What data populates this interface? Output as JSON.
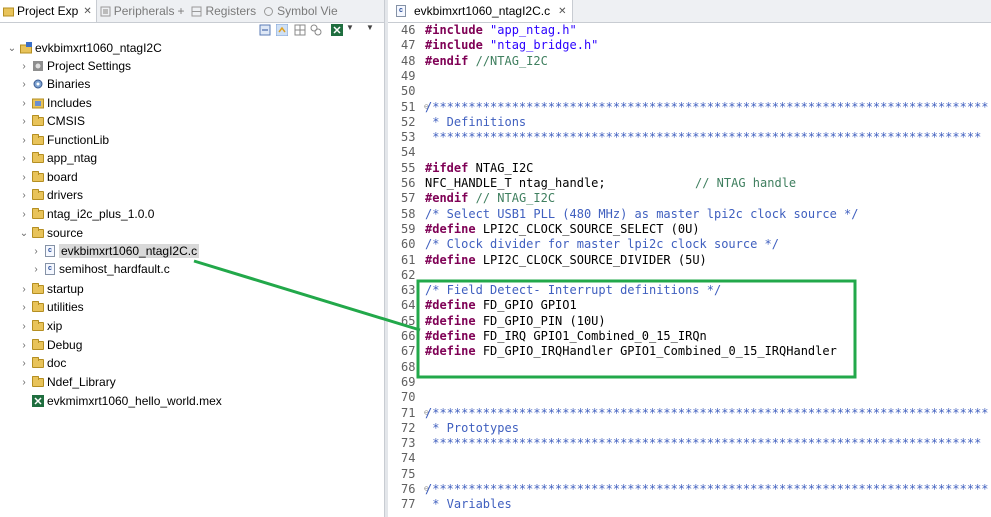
{
  "left_tabs": [
    {
      "label": "Project Exp",
      "close": "✕"
    },
    {
      "label": "Peripherals",
      "suffix": "+"
    },
    {
      "label": "Registers"
    },
    {
      "label": "Symbol Vie"
    }
  ],
  "tree": {
    "root": "evkbimxrt1060_ntagI2C",
    "items": [
      "Project Settings",
      "Binaries",
      "Includes",
      "CMSIS",
      "FunctionLib",
      "app_ntag",
      "board",
      "drivers",
      "ntag_i2c_plus_1.0.0",
      "source",
      "evkbimxrt1060_ntagI2C.c",
      "semihost_hardfault.c",
      "startup",
      "utilities",
      "xip",
      "Debug",
      "doc",
      "Ndef_Library",
      "evkmimxrt1060_hello_world.mex"
    ]
  },
  "editor": {
    "tab_label": "evkbimxrt1060_ntagI2C.c",
    "tab_close": "✕",
    "line_numbers": [
      "46",
      "47",
      "48",
      "49",
      "50",
      "51",
      "52",
      "53",
      "54",
      "55",
      "56",
      "57",
      "58",
      "59",
      "60",
      "61",
      "62",
      "63",
      "64",
      "65",
      "66",
      "67",
      "68",
      "69",
      "70",
      "71",
      "72",
      "73",
      "74",
      "75",
      "76",
      "77"
    ],
    "lines": {
      "l46": {
        "kw": "#include",
        "str": "\"app_ntag.h\""
      },
      "l47": {
        "kw": "#include",
        "str": "\"ntag_bridge.h\""
      },
      "l48": {
        "kw": "#endif",
        "cm": "//NTAG_I2C"
      },
      "l51": "/*****************************************************************************",
      "l52": " * Definitions",
      "l53": " ****************************************************************************",
      "l55": {
        "kw": "#ifdef",
        "rest": "NTAG_I2C"
      },
      "l56": {
        "code": "NFC_HANDLE_T ntag_handle;",
        "cm": "// NTAG handle"
      },
      "l57": {
        "kw": "#endif",
        "cm": "// NTAG_I2C"
      },
      "l58": "/* Select USB1 PLL (480 MHz) as master lpi2c clock source */",
      "l59": {
        "kw": "#define",
        "rest": "LPI2C_CLOCK_SOURCE_SELECT (0U)"
      },
      "l60": "/* Clock divider for master lpi2c clock source */",
      "l61": {
        "kw": "#define",
        "rest": "LPI2C_CLOCK_SOURCE_DIVIDER (5U)"
      },
      "l63": "/* Field Detect- Interrupt definitions */",
      "l64": {
        "kw": "#define",
        "rest": "FD_GPIO GPIO1"
      },
      "l65": {
        "kw": "#define",
        "rest": "FD_GPIO_PIN (10U)"
      },
      "l66": {
        "kw": "#define",
        "rest": "FD_IRQ GPIO1_Combined_0_15_IRQn"
      },
      "l67": {
        "kw": "#define",
        "rest": "FD_GPIO_IRQHandler GPIO1_Combined_0_15_IRQHandler"
      },
      "l71": "/*****************************************************************************",
      "l72": " * Prototypes",
      "l73": " ****************************************************************************",
      "l76": "/*****************************************************************************",
      "l77": " * Variables"
    }
  },
  "colors": {
    "keyword": "#7f0055",
    "string": "#2a00ff",
    "line_comment": "#3f7f5f",
    "block_comment": "#3f5fbf",
    "highlight_box": "#22a84a",
    "arrow": "#22a84a"
  }
}
